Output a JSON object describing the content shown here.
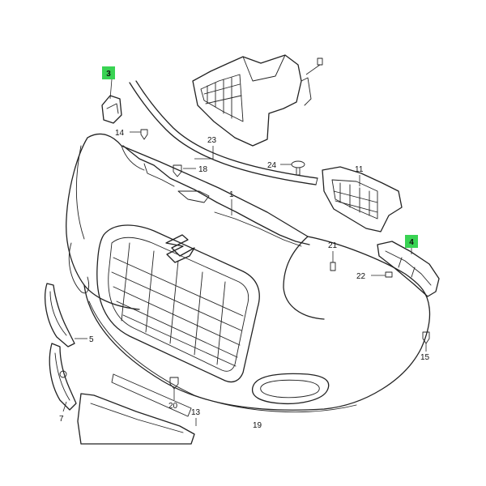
{
  "colors": {
    "highlight": "#39d353",
    "line": "#222222"
  },
  "callouts": {
    "c1": "1",
    "c3": "3",
    "c4": "4",
    "c5": "5",
    "c7": "7",
    "c11": "11",
    "c13": "13",
    "c14": "14",
    "c15": "15",
    "c18": "18",
    "c19": "19",
    "c20": "20",
    "c21": "21",
    "c22": "22",
    "c23": "23",
    "c24": "24"
  }
}
